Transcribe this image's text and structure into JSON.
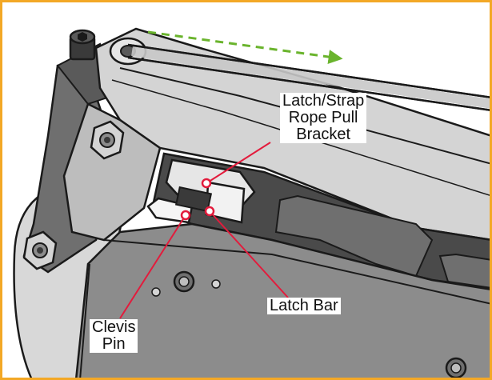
{
  "figure": {
    "frame_color": "#f3a826",
    "line_color": "#1a1a1a",
    "callout_color": "#e31b3c",
    "arrow_color": "#6ab42d",
    "metal_dark": "#6f6f6f",
    "metal_mid": "#8c8c8c",
    "metal_light": "#d4d4d4"
  },
  "callouts": {
    "latch_strap": {
      "lines": [
        "Latch/Strap",
        "Rope Pull",
        "Bracket"
      ]
    },
    "latch_bar": {
      "lines": [
        "Latch Bar"
      ]
    },
    "clevis_pin": {
      "lines": [
        "Clevis",
        "Pin"
      ]
    }
  }
}
